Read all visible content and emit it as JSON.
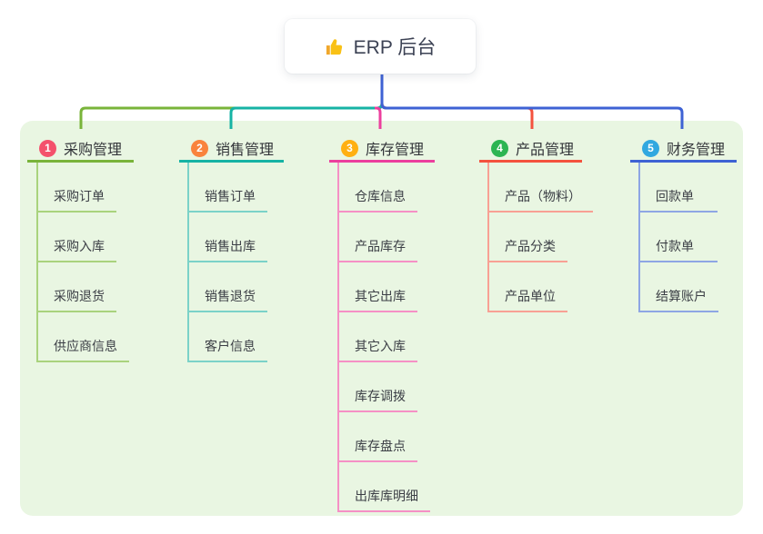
{
  "root": {
    "title": "ERP 后台",
    "icon": "thumbs-up-icon"
  },
  "colors": {
    "panel_bg": "#e9f6e2",
    "root_stem": "#3e62d4",
    "icon_yellow": "#f9c116",
    "icon_yellow_dark": "#f0a72b"
  },
  "branches": [
    {
      "index": "1",
      "label": "采购管理",
      "badge_color": "#f4516c",
      "line_color": "#79b43a",
      "child_line_color": "#a9d37d",
      "children": [
        "采购订单",
        "采购入库",
        "采购退货",
        "供应商信息"
      ]
    },
    {
      "index": "2",
      "label": "销售管理",
      "badge_color": "#f9833d",
      "line_color": "#16b3a4",
      "child_line_color": "#7bd2c8",
      "children": [
        "销售订单",
        "销售出库",
        "销售退货",
        "客户信息"
      ]
    },
    {
      "index": "3",
      "label": "库存管理",
      "badge_color": "#ffb012",
      "line_color": "#ec3f9e",
      "child_line_color": "#f590c5",
      "children": [
        "仓库信息",
        "产品库存",
        "其它出库",
        "其它入库",
        "库存调拨",
        "库存盘点",
        "出库库明细"
      ]
    },
    {
      "index": "4",
      "label": "产品管理",
      "badge_color": "#2cb552",
      "line_color": "#f4523e",
      "child_line_color": "#f8a094",
      "children": [
        "产品（物料）",
        "产品分类",
        "产品单位"
      ]
    },
    {
      "index": "5",
      "label": "财务管理",
      "badge_color": "#31a8e0",
      "line_color": "#3e62d4",
      "child_line_color": "#8ea6e4",
      "children": [
        "回款单",
        "付款单",
        "结算账户"
      ]
    }
  ]
}
